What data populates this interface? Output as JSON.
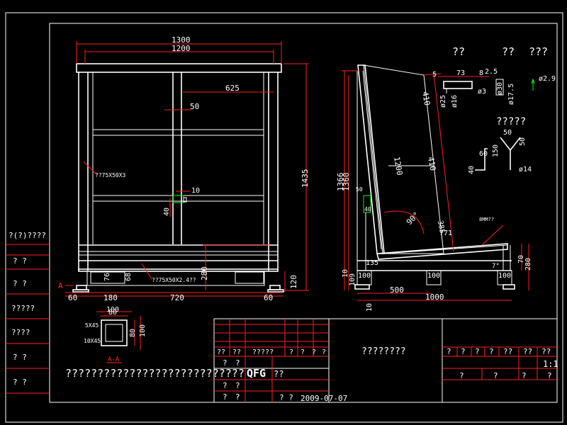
{
  "front_view": {
    "dims": {
      "width_total": "1300",
      "width_inner": "1200",
      "offset_625": "625",
      "gap_50": "50",
      "height_1435": "1435",
      "gap_10": "10",
      "dim_40": "40",
      "height_280": "280",
      "base_120": "120",
      "dim_76": "76",
      "dim_68": "68",
      "left_60": "60",
      "dim_180": "180",
      "dim_720": "720",
      "right_60": "60"
    },
    "notes": {
      "upper_note": "??75X50X3",
      "lower_note": "??75X50X2.4??",
      "section_mark": "A"
    }
  },
  "side_view": {
    "dims": {
      "height_1366": "1366",
      "height_1360": "1360",
      "len_410_top": "410",
      "len_1200": "1200",
      "len_410_mid": "410",
      "dim_50": "50",
      "dim_40": "40",
      "angle_90": "90°",
      "dim_385": "385",
      "dim_771": "771",
      "dim_135": "135",
      "angle_7": "7°",
      "dim_70": "70",
      "dim_280": "280",
      "base_100_a": "100",
      "base_100_b": "100",
      "base_100_c": "100",
      "dim_10_left": "10",
      "dim_109": "109",
      "dim_500": "500",
      "dim_1000": "1000",
      "dim_10_bottom": "10"
    },
    "notes": {
      "rubber_note": "8MM??"
    }
  },
  "details": {
    "title_a": "??",
    "title_b": "??",
    "title_c": "???",
    "title_d": "?????",
    "dims": {
      "d5": "5",
      "d73": "73",
      "d8": "8",
      "d25": "2.5",
      "dia30": "ø30",
      "dia175": "ø17.5",
      "dia25": "ø25",
      "dia16": "ø16",
      "dia3": "ø3",
      "dia29": "ø2.9",
      "d50a": "50",
      "d50b": "50",
      "d150": "150",
      "d60": "60",
      "d40": "40",
      "dia14": "ø14"
    }
  },
  "section": {
    "title": "A-A",
    "dim_100": "100",
    "dim_80_top": "80",
    "dim_80_side": "80",
    "dim_100_side": "100",
    "note_5x45": "5X45",
    "note_10x45": "10X45"
  },
  "left_column": {
    "labels": [
      "?(?)????",
      "?   ?",
      "?   ?",
      "?????",
      "????",
      "?   ?",
      "?   ?"
    ]
  },
  "title_block": {
    "bottom_note": "????????????????????????????",
    "header_cells": [
      "??",
      "??",
      "?????",
      "?",
      "?",
      "?",
      "?"
    ],
    "row_b": [
      "?",
      "?"
    ],
    "row_c": [
      "?",
      "?"
    ],
    "row_d": [
      "?",
      "?"
    ],
    "brand": "QFG",
    "brand_suffix": "??",
    "date_label": "?  ?",
    "date": "2009-07-07",
    "drawing_name": "????????",
    "right_header": [
      "?",
      "?",
      "?",
      "?",
      "??",
      "??",
      "??"
    ],
    "scale": "1:1",
    "right_row": [
      "?",
      "?",
      "?",
      "?"
    ]
  }
}
